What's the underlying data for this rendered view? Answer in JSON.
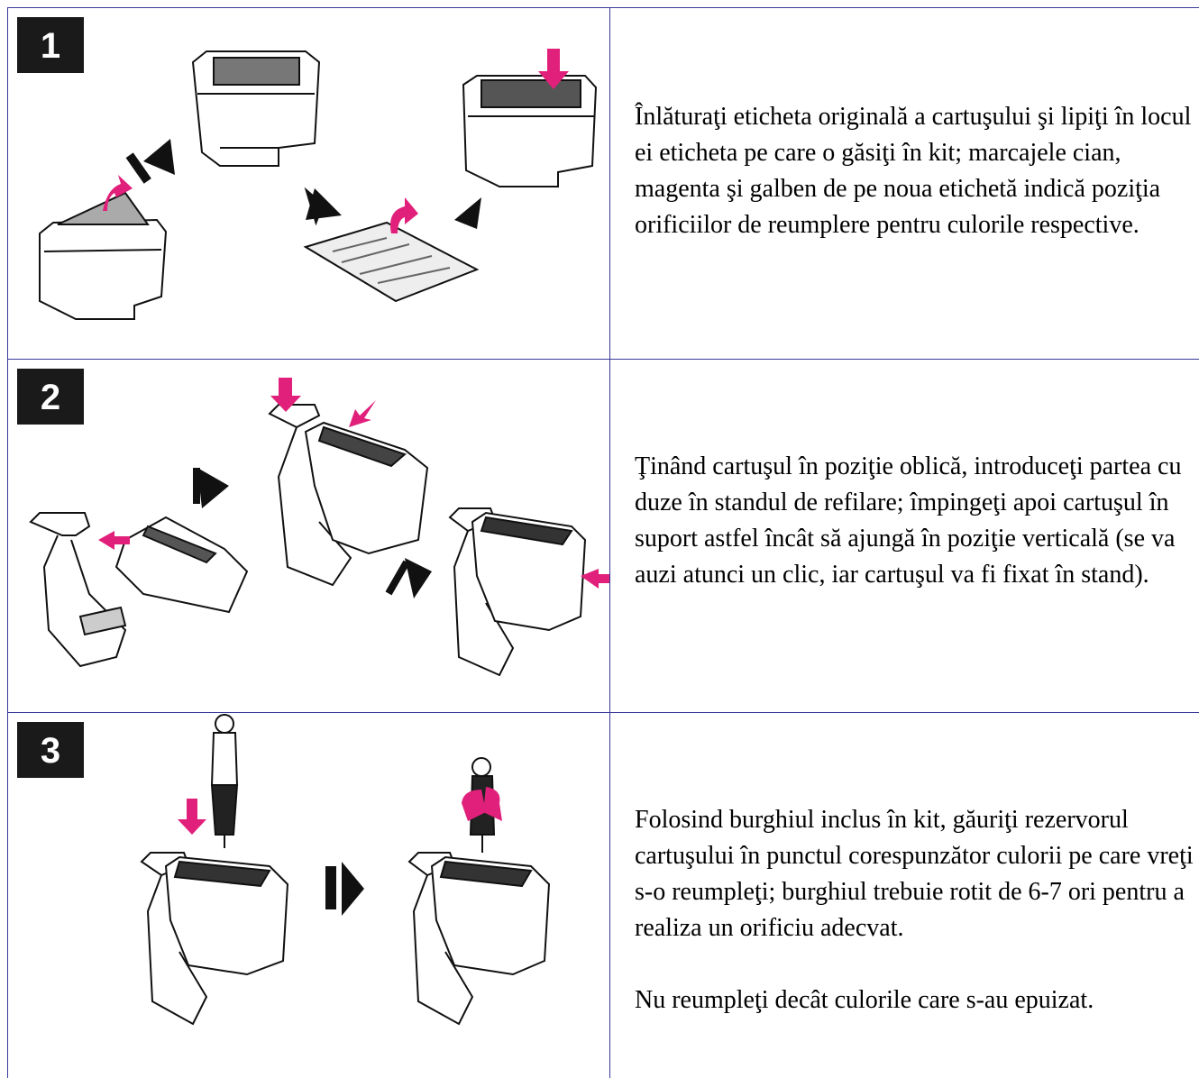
{
  "steps": [
    {
      "number": "1",
      "paragraphs": [
        "Înlăturaţi eticheta originală a cartuşului şi lipiţi în locul ei eticheta pe care o găsiţi în kit; marcajele cian, magenta şi galben de pe noua etichetă indică poziţia orificiilor de reumplere pentru culorile respective."
      ]
    },
    {
      "number": "2",
      "paragraphs": [
        "Ţinând cartuşul în poziţie oblică, introduceţi partea cu duze în standul de refilare; împingeţi apoi cartuşul în suport astfel încât să ajungă în poziţie verticală (se va auzi atunci un clic, iar cartuşul va fi fixat în stand)."
      ]
    },
    {
      "number": "3",
      "paragraphs": [
        "Folosind burghiul inclus în kit, găuriţi rezervorul cartuşului în punctul corespunzător culorii pe care vreţi s-o reumpleţi; burghiul trebuie rotit de 6-7 ori pentru a realiza un orificiu adecvat.",
        "Nu reumpleţi decât culorile care s-au epuizat."
      ]
    }
  ],
  "colors": {
    "border": "#3a3a9a",
    "accent": "#e0207a",
    "badge": "#1a1a1a"
  }
}
